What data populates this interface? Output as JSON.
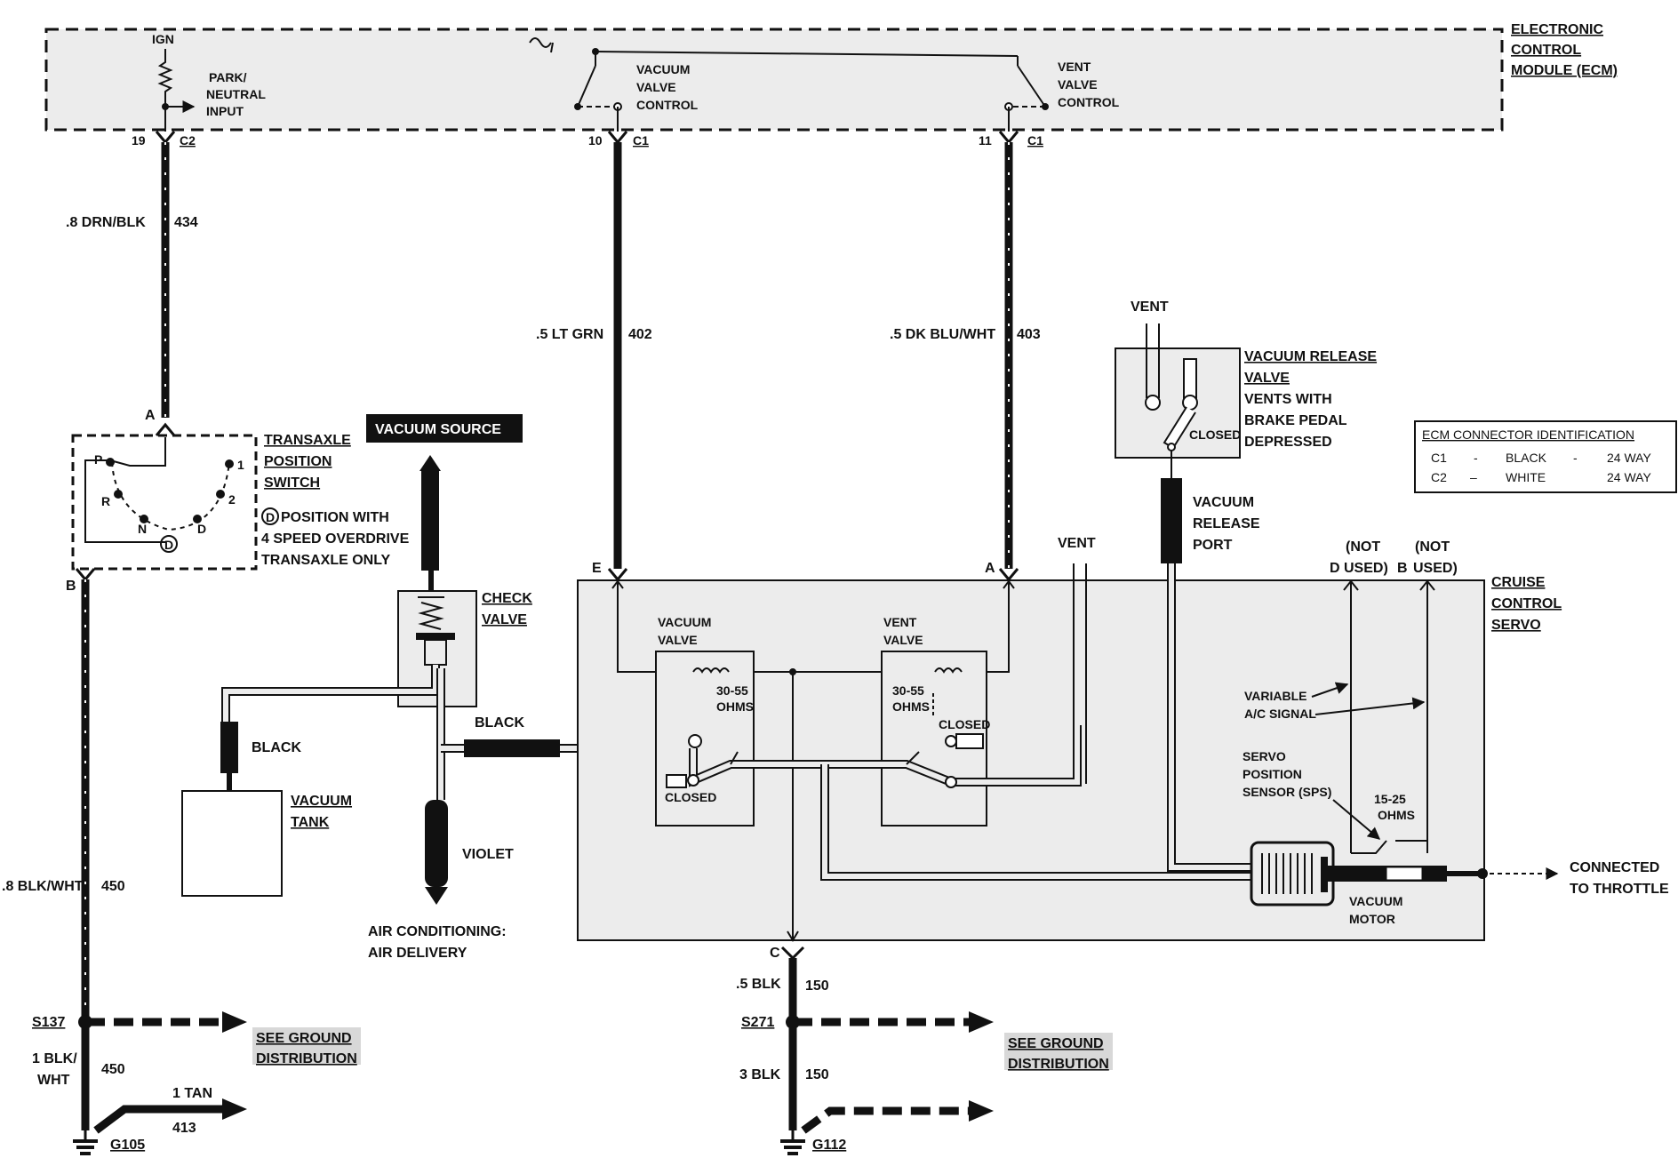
{
  "colors": {
    "ink": "#111111",
    "panel": "#ececec",
    "paper": "#ffffff"
  },
  "ecm": {
    "title_line1": "ELECTRONIC",
    "title_line2": "CONTROL",
    "title_line3": "MODULE (ECM)",
    "ign": "IGN",
    "park_neutral_1": "PARK/",
    "park_neutral_2": "NEUTRAL",
    "park_neutral_3": "INPUT",
    "vacuum_valve_1": "VACUUM",
    "vacuum_valve_2": "VALVE",
    "vacuum_valve_3": "CONTROL",
    "vent_valve_1": "VENT",
    "vent_valve_2": "VALVE",
    "vent_valve_3": "CONTROL",
    "pin_19": "19",
    "conn_c2": "C2",
    "pin_10": "10",
    "conn_c1a": "C1",
    "pin_11": "11",
    "conn_c1b": "C1"
  },
  "wires": {
    "w434_color": ".8 DRN/BLK",
    "w434_num": "434",
    "w402_color": ".5 LT GRN",
    "w402_num": "402",
    "w403_color": ".5 DK BLU/WHT",
    "w403_num": "403",
    "w450_color": ".8 BLK/WHT",
    "w450_num": "450",
    "w450b_color_1": "1 BLK/",
    "w450b_color_2": "WHT",
    "w450b_num": "450",
    "w413_color": "1 TAN",
    "w413_num": "413",
    "w150a_color": ".5 BLK",
    "w150a_num": "150",
    "w150b_color": "3 BLK",
    "w150b_num": "150"
  },
  "transaxle": {
    "title_1": "TRANSAXLE",
    "title_2": "POSITION",
    "title_3": "SWITCH",
    "pin_a": "A",
    "pin_b": "B",
    "pos_p": "P",
    "pos_r": "R",
    "pos_n": "N",
    "pos_d": "D",
    "pos_d_circ": "D",
    "pos_2": "2",
    "pos_1": "1",
    "note_circ": "D",
    "note_1": "POSITION WITH",
    "note_2": "4 SPEED OVERDRIVE",
    "note_3": "TRANSAXLE ONLY"
  },
  "vacuum": {
    "source": "VACUUM SOURCE",
    "check_1": "CHECK",
    "check_2": "VALVE",
    "black_1": "BLACK",
    "black_2": "BLACK",
    "violet": "VIOLET",
    "tank_1": "VACUUM",
    "tank_2": "TANK",
    "ac_1": "AIR CONDITIONING:",
    "ac_2": "AIR DELIVERY"
  },
  "release": {
    "vent": "VENT",
    "title_1": "VACUUM RELEASE",
    "title_2": "VALVE",
    "desc_1": "VENTS WITH",
    "desc_2": "BRAKE PEDAL",
    "desc_3": "DEPRESSED",
    "closed": "CLOSED",
    "port_1": "VACUUM",
    "port_2": "RELEASE",
    "port_3": "PORT"
  },
  "ecm_id": {
    "title": "ECM CONNECTOR IDENTIFICATION",
    "rows": [
      {
        "conn": "C1",
        "dash1": "-",
        "color": "BLACK",
        "dash2": "-",
        "way": "24 WAY"
      },
      {
        "conn": "C2",
        "dash1": "–",
        "color": "WHITE",
        "dash2": "",
        "way": "24 WAY"
      }
    ]
  },
  "servo": {
    "title_1": "CRUISE",
    "title_2": "CONTROL",
    "title_3": "SERVO",
    "pin_e": "E",
    "pin_a": "A",
    "vent": "VENT",
    "not_used_d_1": "(NOT",
    "not_used_d_2": "USED)",
    "pin_d": "D",
    "not_used_b_1": "(NOT",
    "not_used_b_2": "USED)",
    "pin_b": "B",
    "vac_valve_1": "VACUUM",
    "vac_valve_2": "VALVE",
    "vac_ohms_1": "30-55",
    "vac_ohms_2": "OHMS",
    "vac_closed": "CLOSED",
    "vent_valve_1": "VENT",
    "vent_valve_2": "VALVE",
    "vent_ohms_1": "30-55",
    "vent_ohms_2": "OHMS",
    "vent_closed": "CLOSED",
    "var_1": "VARIABLE",
    "var_2": "A/C SIGNAL",
    "sps_1": "SERVO",
    "sps_2": "POSITION",
    "sps_3": "SENSOR (SPS)",
    "sps_ohms_1": "15-25",
    "sps_ohms_2": "OHMS",
    "motor_1": "VACUUM",
    "motor_2": "MOTOR",
    "throttle_1": "CONNECTED",
    "throttle_2": "TO THROTTLE",
    "pin_c": "C"
  },
  "grounds": {
    "s137": "S137",
    "g105": "G105",
    "s271": "S271",
    "g112": "G112",
    "see_1a": "SEE GROUND",
    "see_1b": "DISTRIBUTION",
    "see_2a": "SEE GROUND",
    "see_2b": "DISTRIBUTION"
  }
}
